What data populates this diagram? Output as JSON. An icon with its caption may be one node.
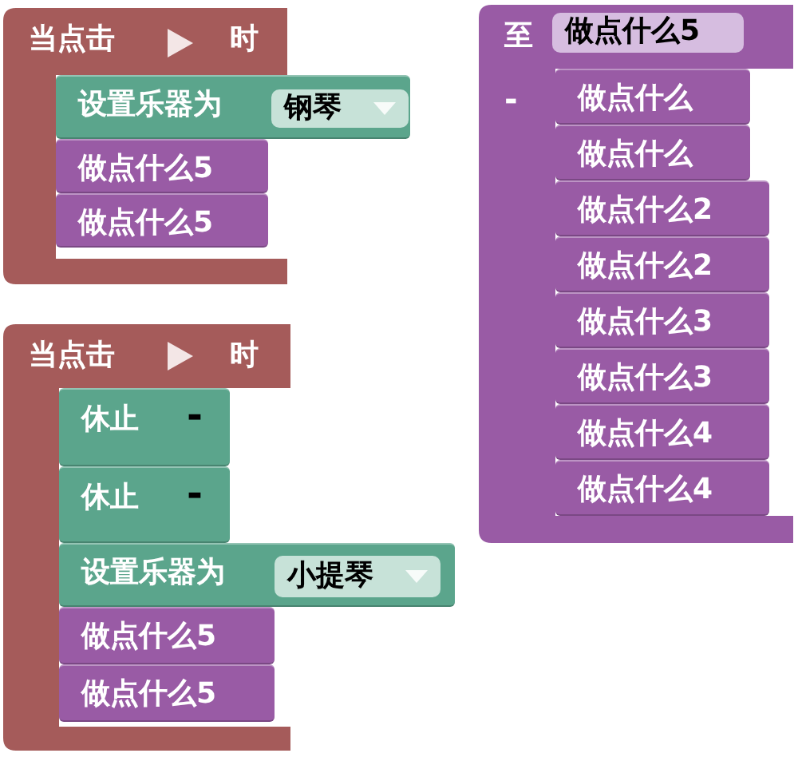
{
  "diagram": {
    "nodes": [
      {
        "text": [
          "当点击",
          "时"
        ]
      },
      {
        "text": [
          "设置乐器为"
        ]
      },
      {
        "text": [
          "钢琴"
        ],
        "in": 1
      },
      {
        "text": [
          "做点什么5"
        ],
        "in": 0
      },
      {
        "text": [
          "做点什么5"
        ],
        "in": 0
      },
      {
        "text": [
          "当点击",
          "时"
        ]
      },
      {
        "text": [
          "休止",
          "-"
        ],
        "in": 5
      },
      {
        "text": [
          "休止",
          "-"
        ],
        "in": 5
      },
      {
        "text": [
          "设置乐器为"
        ]
      },
      {
        "text": [
          "小提琴"
        ],
        "in": 8
      },
      {
        "text": [
          "做点什么5"
        ],
        "in": 5
      },
      {
        "text": [
          "做点什么5"
        ],
        "in": 5
      },
      {
        "text": [
          "至",
          "-"
        ]
      },
      {
        "text": [
          "做点什么5"
        ],
        "in": 12
      },
      {
        "text": [
          "做点什么"
        ],
        "in": 12
      },
      {
        "text": [
          "做点什么"
        ],
        "in": 12
      },
      {
        "text": [
          "做点什么2"
        ],
        "in": 12
      },
      {
        "text": [
          "做点什么2"
        ],
        "in": 12
      },
      {
        "text": [
          "做点什么3"
        ],
        "in": 12
      },
      {
        "text": [
          "做点什么3"
        ],
        "in": 12
      },
      {
        "text": [
          "做点什么4"
        ],
        "in": 12
      },
      {
        "text": [
          "做点什么4"
        ],
        "in": 12
      }
    ],
    "edges": []
  }
}
